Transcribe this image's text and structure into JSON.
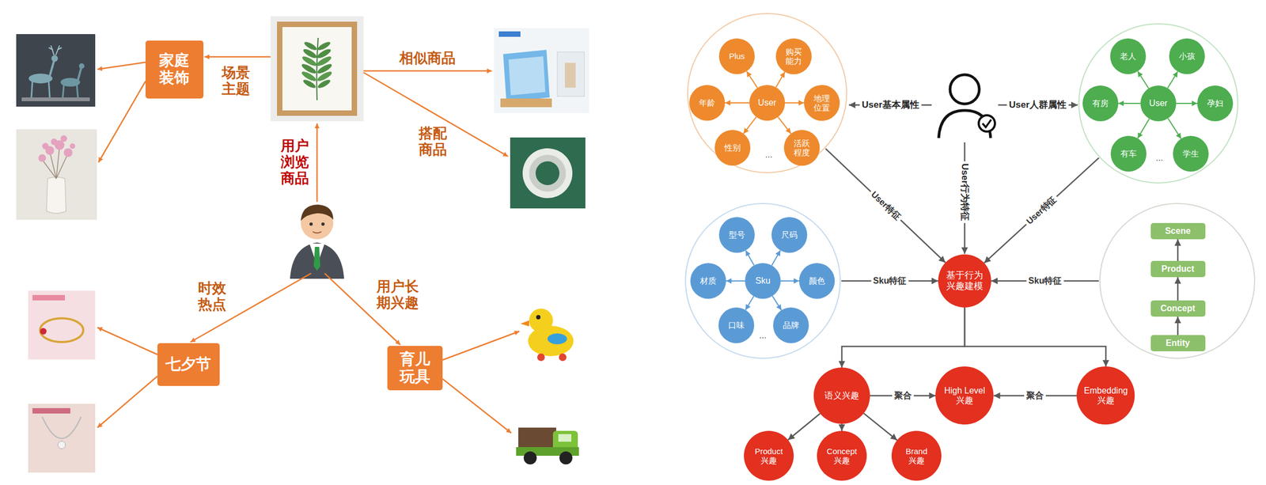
{
  "diagram": {
    "nodes": [
      {
        "text": [
          "家庭装饰"
        ]
      },
      {
        "text": [
          "七夕节"
        ]
      },
      {
        "text": [
          "育儿玩具"
        ]
      },
      {
        "text": []
      },
      {
        "text": [
          "User"
        ],
        "in": 3
      },
      {
        "text": [
          "Plus"
        ],
        "in": 3
      },
      {
        "text": [
          "购买能力"
        ],
        "in": 3
      },
      {
        "text": [
          "地理位置"
        ],
        "in": 3
      },
      {
        "text": [
          "活跃程度"
        ],
        "in": 3
      },
      {
        "text": [
          "性别"
        ],
        "in": 3
      },
      {
        "text": [
          "年龄"
        ],
        "in": 3
      },
      {
        "text": []
      },
      {
        "text": [
          "User"
        ],
        "in": 11
      },
      {
        "text": [
          "老人"
        ],
        "in": 11
      },
      {
        "text": [
          "小孩"
        ],
        "in": 11
      },
      {
        "text": [
          "孕妇"
        ],
        "in": 11
      },
      {
        "text": [
          "学生"
        ],
        "in": 11
      },
      {
        "text": [
          "有车"
        ],
        "in": 11
      },
      {
        "text": [
          "有房"
        ],
        "in": 11
      },
      {
        "text": []
      },
      {
        "text": [
          "Sku"
        ],
        "in": 19
      },
      {
        "text": [
          "型号"
        ],
        "in": 19
      },
      {
        "text": [
          "尺码"
        ],
        "in": 19
      },
      {
        "text": [
          "颜色"
        ],
        "in": 19
      },
      {
        "text": [
          "品牌"
        ],
        "in": 19
      },
      {
        "text": [
          "口味"
        ],
        "in": 19
      },
      {
        "text": [
          "材质"
        ],
        "in": 19
      },
      {
        "text": [
          "基于行为兴趣建模"
        ]
      },
      {
        "text": []
      },
      {
        "text": [
          "Scene"
        ],
        "in": 28
      },
      {
        "text": [
          "Product"
        ],
        "in": 28
      },
      {
        "text": [
          "Concept"
        ],
        "in": 28
      },
      {
        "text": [
          "Entity"
        ],
        "in": 28
      },
      {
        "text": [
          "语义兴趣"
        ]
      },
      {
        "text": [
          "High Level兴趣"
        ]
      },
      {
        "text": [
          "Embedding兴趣"
        ]
      },
      {
        "text": [
          "Product兴趣"
        ]
      },
      {
        "text": [
          "Concept兴趣"
        ]
      },
      {
        "text": [
          "Brand兴趣"
        ]
      }
    ],
    "edges": [
      {
        "from": 4,
        "to": 5,
        "arrow": "to"
      },
      {
        "from": 4,
        "to": 6,
        "arrow": "to"
      },
      {
        "from": 4,
        "to": 7,
        "arrow": "to"
      },
      {
        "from": 4,
        "to": 8,
        "arrow": "to"
      },
      {
        "from": 4,
        "to": 9,
        "arrow": "to"
      },
      {
        "from": 4,
        "to": 10,
        "arrow": "to"
      },
      {
        "from": 12,
        "to": 13,
        "arrow": "to"
      },
      {
        "from": 12,
        "to": 14,
        "arrow": "to"
      },
      {
        "from": 12,
        "to": 15,
        "arrow": "to"
      },
      {
        "from": 12,
        "to": 16,
        "arrow": "to"
      },
      {
        "from": 12,
        "to": 17,
        "arrow": "to"
      },
      {
        "from": 12,
        "to": 18,
        "arrow": "to"
      },
      {
        "from": 20,
        "to": 21,
        "arrow": "to"
      },
      {
        "from": 20,
        "to": 22,
        "arrow": "to"
      },
      {
        "from": 20,
        "to": 23,
        "arrow": "to"
      },
      {
        "from": 20,
        "to": 24,
        "arrow": "to"
      },
      {
        "from": 20,
        "to": 25,
        "arrow": "to"
      },
      {
        "from": 20,
        "to": 26,
        "arrow": "to"
      },
      {
        "from": 3,
        "to": 27,
        "label": "User特征",
        "arrow": "to"
      },
      {
        "from": 11,
        "to": 27,
        "label": "User特征",
        "arrow": "to"
      },
      {
        "from": 19,
        "to": 27,
        "label": "Sku特征",
        "arrow": "to"
      },
      {
        "from": 28,
        "to": 27,
        "label": "Sku特征",
        "arrow": "to"
      },
      {
        "from": 32,
        "to": 31,
        "arrow": "to"
      },
      {
        "from": 31,
        "to": 30,
        "arrow": "to"
      },
      {
        "from": 30,
        "to": 29,
        "arrow": "to"
      },
      {
        "from": 27,
        "to": 33,
        "arrow": "to"
      },
      {
        "from": 27,
        "to": 35,
        "arrow": "to"
      },
      {
        "from": 33,
        "to": 34,
        "label": "聚合",
        "arrow": "to"
      },
      {
        "from": 35,
        "to": 34,
        "label": "聚合",
        "arrow": "to"
      },
      {
        "from": 33,
        "to": 36,
        "arrow": "to"
      },
      {
        "from": 33,
        "to": 37,
        "arrow": "to"
      },
      {
        "from": 33,
        "to": 38,
        "arrow": "to"
      }
    ],
    "labels": [
      "场景主题",
      "相似商品",
      "搭配商品",
      "用户浏览商品",
      "时效热点",
      "用户长期兴趣",
      "User基本属性",
      "User人群属性",
      "User行为特征",
      "...",
      "...",
      "..."
    ]
  }
}
